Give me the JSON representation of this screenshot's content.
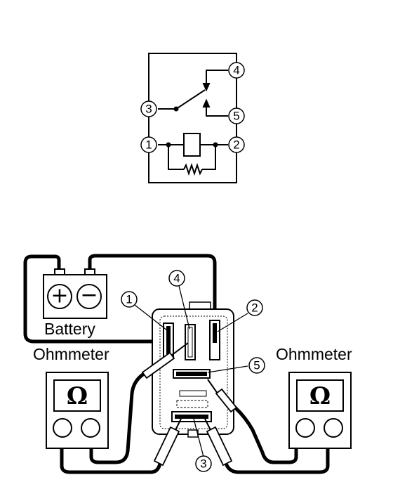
{
  "schematic": {
    "pins": [
      "1",
      "2",
      "3",
      "4",
      "5"
    ]
  },
  "test_setup": {
    "battery_label": "Battery",
    "battery_plus": "+",
    "battery_minus": "−",
    "ohmmeter_left_label": "Ohmmeter",
    "ohmmeter_right_label": "Ohmmeter",
    "ohm_symbol": "Ω",
    "callouts": [
      "1",
      "2",
      "3",
      "4",
      "5"
    ]
  }
}
